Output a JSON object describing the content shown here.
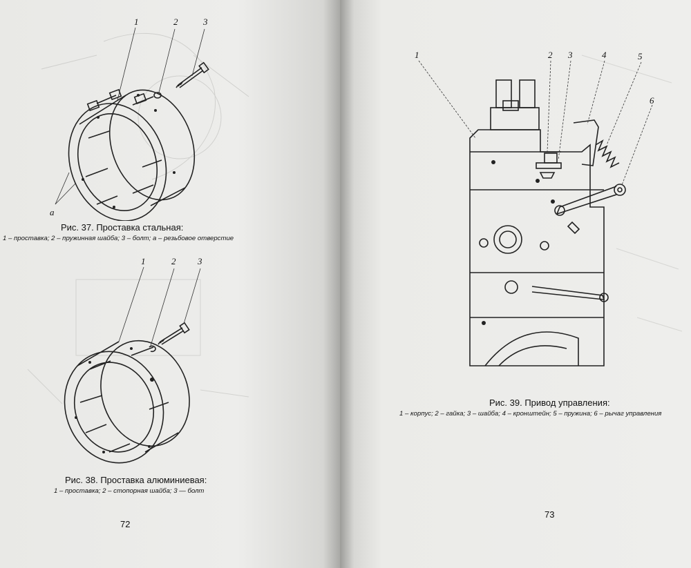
{
  "left_page": {
    "fig37": {
      "callouts": [
        "1",
        "2",
        "3",
        "а"
      ],
      "title": "Рис. 37. Проставка стальная:",
      "legend": "1 – проставка; 2 – пружинная шайба; 3 – болт; а – резьбовое отверстие"
    },
    "fig38": {
      "callouts": [
        "1",
        "2",
        "3"
      ],
      "title": "Рис. 38. Проставка алюминиевая:",
      "legend": "1 – проставка; 2 – стопорная шайба; 3 — болт"
    },
    "page_number": "72"
  },
  "right_page": {
    "fig39": {
      "callouts": [
        "1",
        "2",
        "3",
        "4",
        "5",
        "6"
      ],
      "title": "Рис. 39. Привод управления:",
      "legend": "1 – корпус; 2 – гайка; 3 – шайба; 4 – кронштейн; 5 – пружина; 6 – рычаг управления"
    },
    "page_number": "73"
  }
}
